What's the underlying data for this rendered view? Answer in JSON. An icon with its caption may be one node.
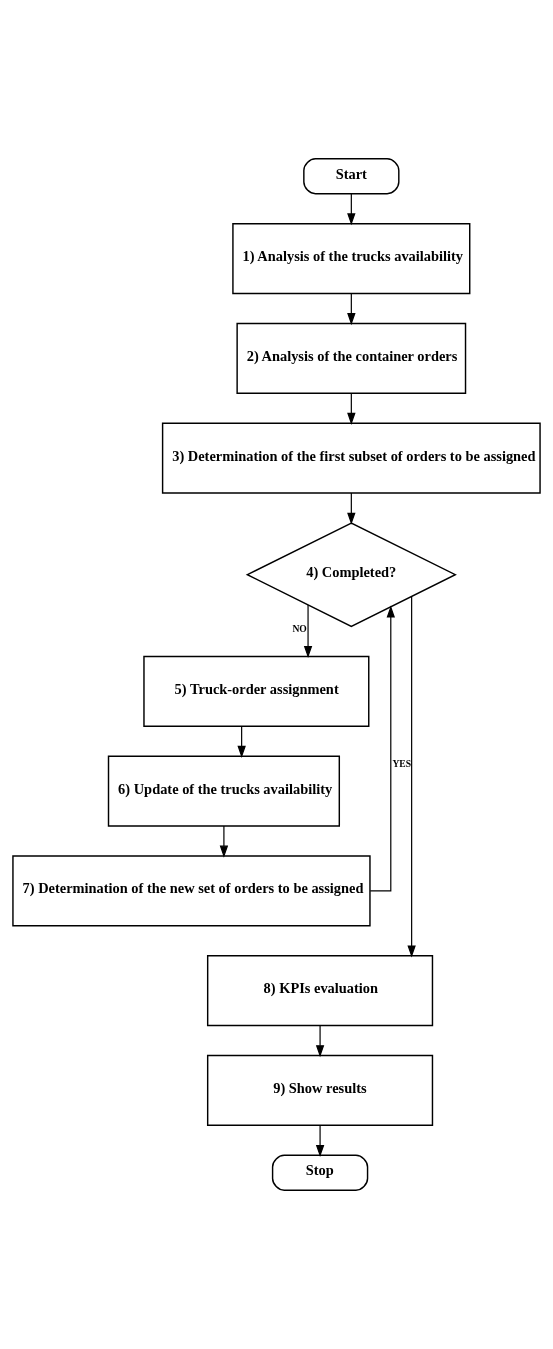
{
  "diagram": {
    "nodes": [
      {
        "text": [
          "Start"
        ]
      },
      {
        "text": [
          "1) Analysis of the trucks availability"
        ]
      },
      {
        "text": [
          "2) Analysis of the container orders"
        ]
      },
      {
        "text": [
          "3) Determination of the first subset of orders to be assigned"
        ]
      },
      {
        "text": [
          "4) Completed?"
        ]
      },
      {
        "text": [
          "5) Truck-order assignment"
        ]
      },
      {
        "text": [
          "6) Update of the trucks availability"
        ]
      },
      {
        "text": [
          "7) Determination of the new set of orders to be assigned"
        ]
      },
      {
        "text": [
          "8) KPIs evaluation"
        ]
      },
      {
        "text": [
          "9) Show results"
        ]
      },
      {
        "text": [
          "Stop"
        ]
      }
    ],
    "edges": [
      {
        "from": 0,
        "to": 1,
        "arrow": "to"
      },
      {
        "from": 1,
        "to": 2,
        "arrow": "to"
      },
      {
        "from": 2,
        "to": 3,
        "arrow": "to"
      },
      {
        "from": 3,
        "to": 4,
        "arrow": "to"
      },
      {
        "from": 4,
        "to": 5,
        "arrow": "to",
        "label": "NO"
      },
      {
        "from": 5,
        "to": 6,
        "arrow": "to"
      },
      {
        "from": 6,
        "to": 7,
        "arrow": "to"
      },
      {
        "from": 7,
        "to": 4,
        "arrow": "to"
      },
      {
        "from": 4,
        "to": 8,
        "arrow": "to",
        "label": "YES"
      },
      {
        "from": 8,
        "to": 9,
        "arrow": "to"
      },
      {
        "from": 9,
        "to": 10,
        "arrow": "to"
      }
    ]
  }
}
